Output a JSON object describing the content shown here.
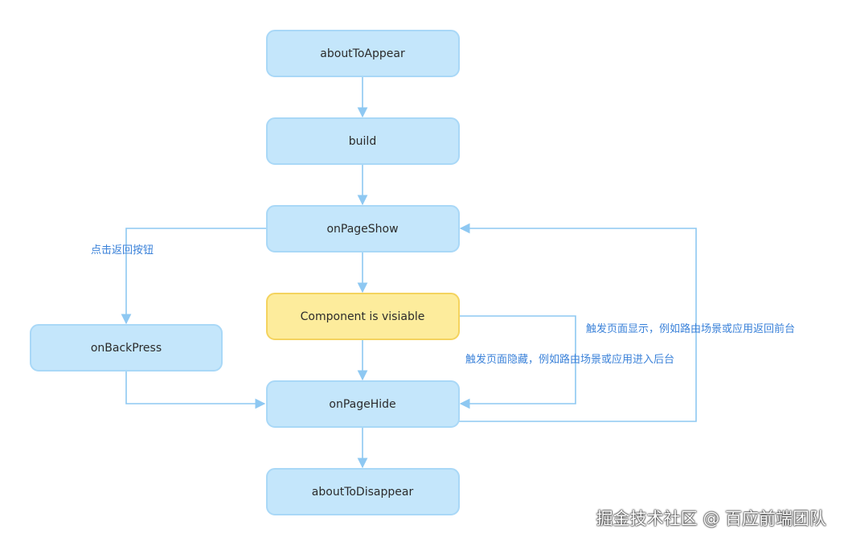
{
  "nodes": {
    "about_to_appear": "aboutToAppear",
    "build": "build",
    "on_page_show": "onPageShow",
    "component_visible": "Component is visiable",
    "on_back_press": "onBackPress",
    "on_page_hide": "onPageHide",
    "about_to_disappear": "aboutToDisappear"
  },
  "edge_labels": {
    "back_button": "点击返回按钮",
    "page_show_trigger": "触发页面显示，例如路由场景或应用返回前台",
    "page_hide_trigger": "触发页面隐藏，例如路由场景或应用进入后台"
  },
  "watermark": "掘金技术社区 @ 百应前端团队",
  "colors": {
    "node_fill": "#c4e6fb",
    "node_stroke": "#a9d8f7",
    "highlight_fill": "#fdec9c",
    "highlight_stroke": "#f4d35e",
    "edge": "#8ec8f2",
    "label": "#3b82d9"
  }
}
